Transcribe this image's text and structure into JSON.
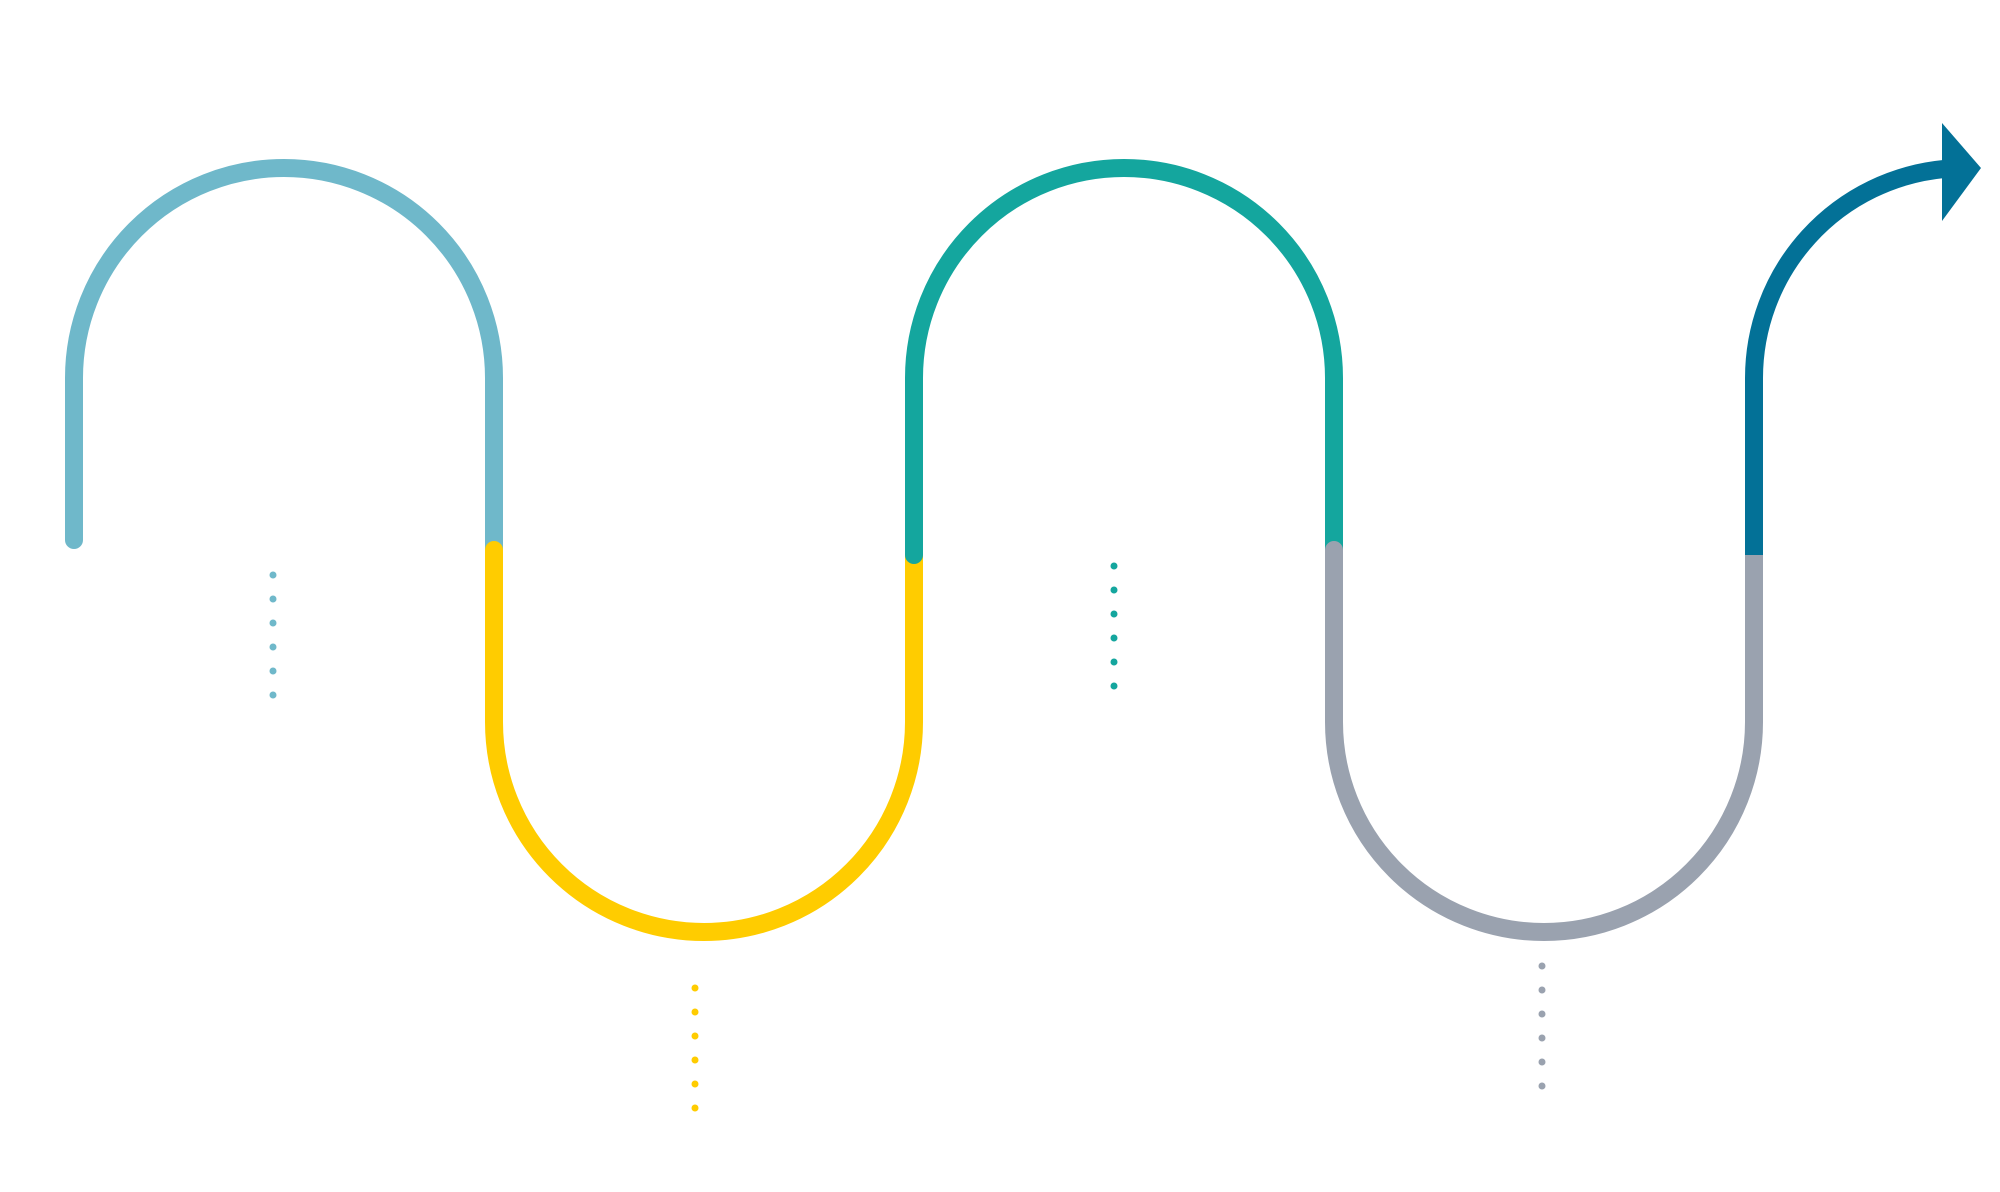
{
  "diagram": {
    "type": "serpentine-timeline",
    "segments": [
      {
        "id": "segment-1",
        "color": "#6fb8ca"
      },
      {
        "id": "segment-2",
        "color": "#ffcc00"
      },
      {
        "id": "segment-3",
        "color": "#14a69e"
      },
      {
        "id": "segment-4",
        "color": "#9aa2af"
      },
      {
        "id": "segment-5",
        "color": "#037197"
      }
    ],
    "dot_leaders": [
      {
        "id": "dots-1",
        "color": "#6fb8ca",
        "count": 6
      },
      {
        "id": "dots-2",
        "color": "#ffcc00",
        "count": 6
      },
      {
        "id": "dots-3",
        "color": "#14a69e",
        "count": 6
      },
      {
        "id": "dots-4",
        "color": "#9aa2af",
        "count": 6
      }
    ],
    "arrow_icon": "arrow-head-right",
    "arrow_color": "#037197"
  }
}
